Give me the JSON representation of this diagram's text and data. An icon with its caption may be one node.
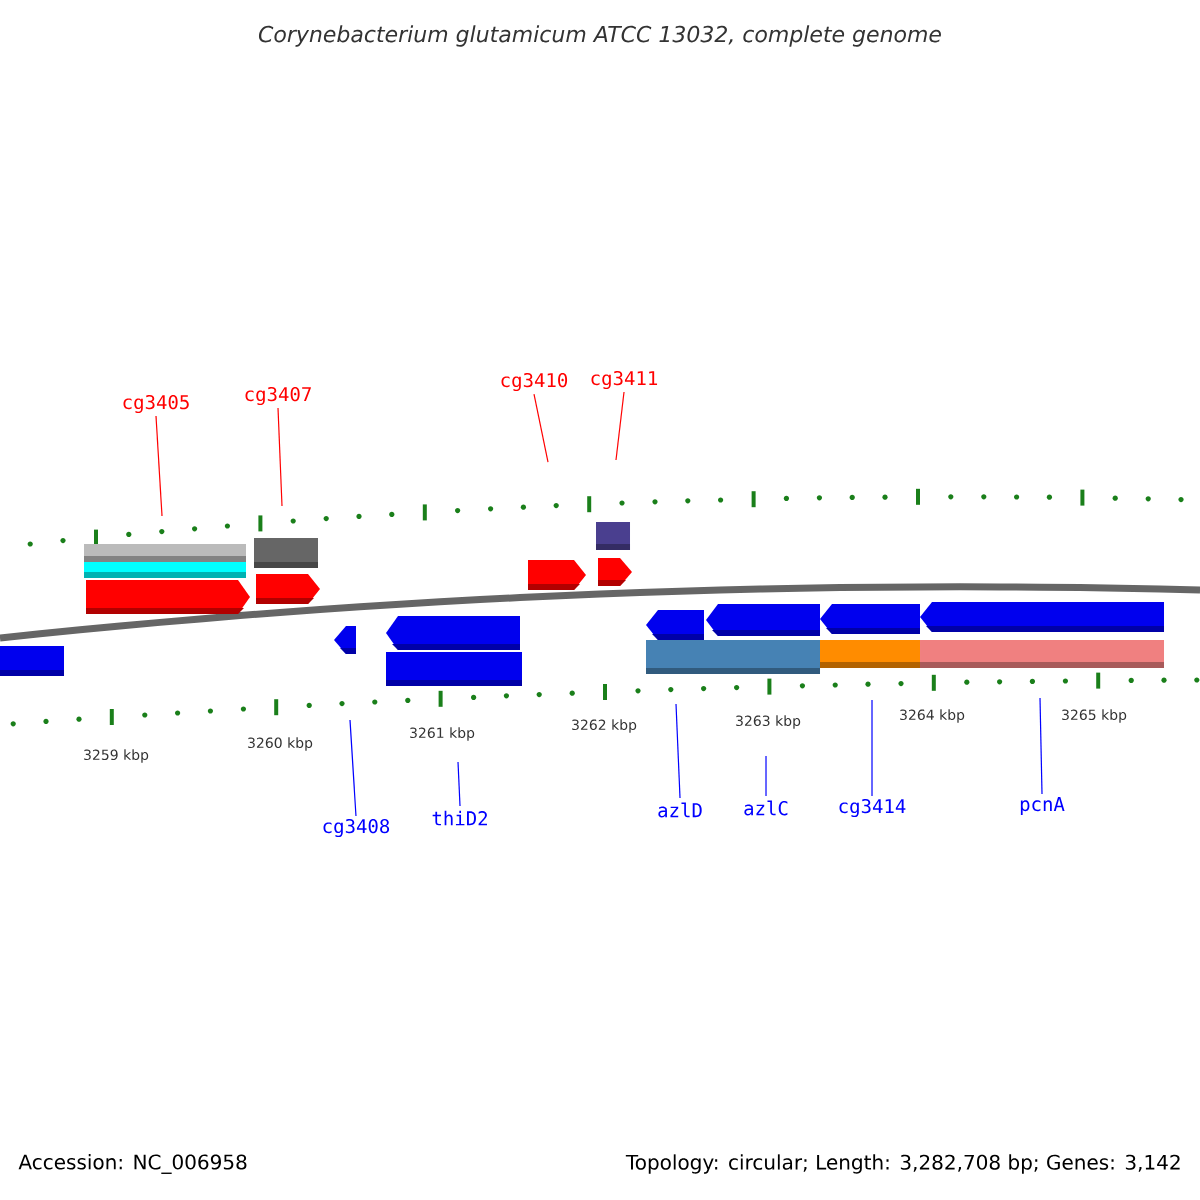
{
  "diagram": {
    "title": "Corynebacterium glutamicum ATCC 13032, complete genome",
    "nodes": [
      {
        "text": [
          "cg3405"
        ]
      },
      {
        "text": [
          "cg3407"
        ]
      },
      {
        "text": [
          "cg3410"
        ]
      },
      {
        "text": [
          "cg3411"
        ]
      },
      {
        "text": [
          "cg3408"
        ]
      },
      {
        "text": [
          "thiD2"
        ]
      },
      {
        "text": [
          "azlD"
        ]
      },
      {
        "text": [
          "azlC"
        ]
      },
      {
        "text": [
          "cg3414"
        ]
      },
      {
        "text": [
          "pcnA"
        ]
      }
    ],
    "edges": [
      {
        "from": 0,
        "to": null,
        "arrow": "none",
        "color": "#ff0000"
      },
      {
        "from": 1,
        "to": null,
        "arrow": "none",
        "color": "#ff0000"
      },
      {
        "from": 2,
        "to": null,
        "arrow": "none",
        "color": "#ff0000"
      },
      {
        "from": 3,
        "to": null,
        "arrow": "none",
        "color": "#ff0000"
      },
      {
        "from": 4,
        "to": null,
        "arrow": "none"
      },
      {
        "from": 5,
        "to": null,
        "arrow": "none"
      },
      {
        "from": 6,
        "to": null,
        "arrow": "none"
      },
      {
        "from": 7,
        "to": null,
        "arrow": "none"
      },
      {
        "from": 8,
        "to": null,
        "arrow": "none"
      },
      {
        "from": 9,
        "to": null,
        "arrow": "none"
      }
    ],
    "labels": [
      "3259 kbp",
      "3260 kbp",
      "3261 kbp",
      "3262 kbp",
      "3263 kbp",
      "3264 kbp",
      "3265 kbp",
      "Accession: NC_006958",
      "Topology: circular; Length: 3,282,708 bp; Genes: 3,142"
    ]
  }
}
